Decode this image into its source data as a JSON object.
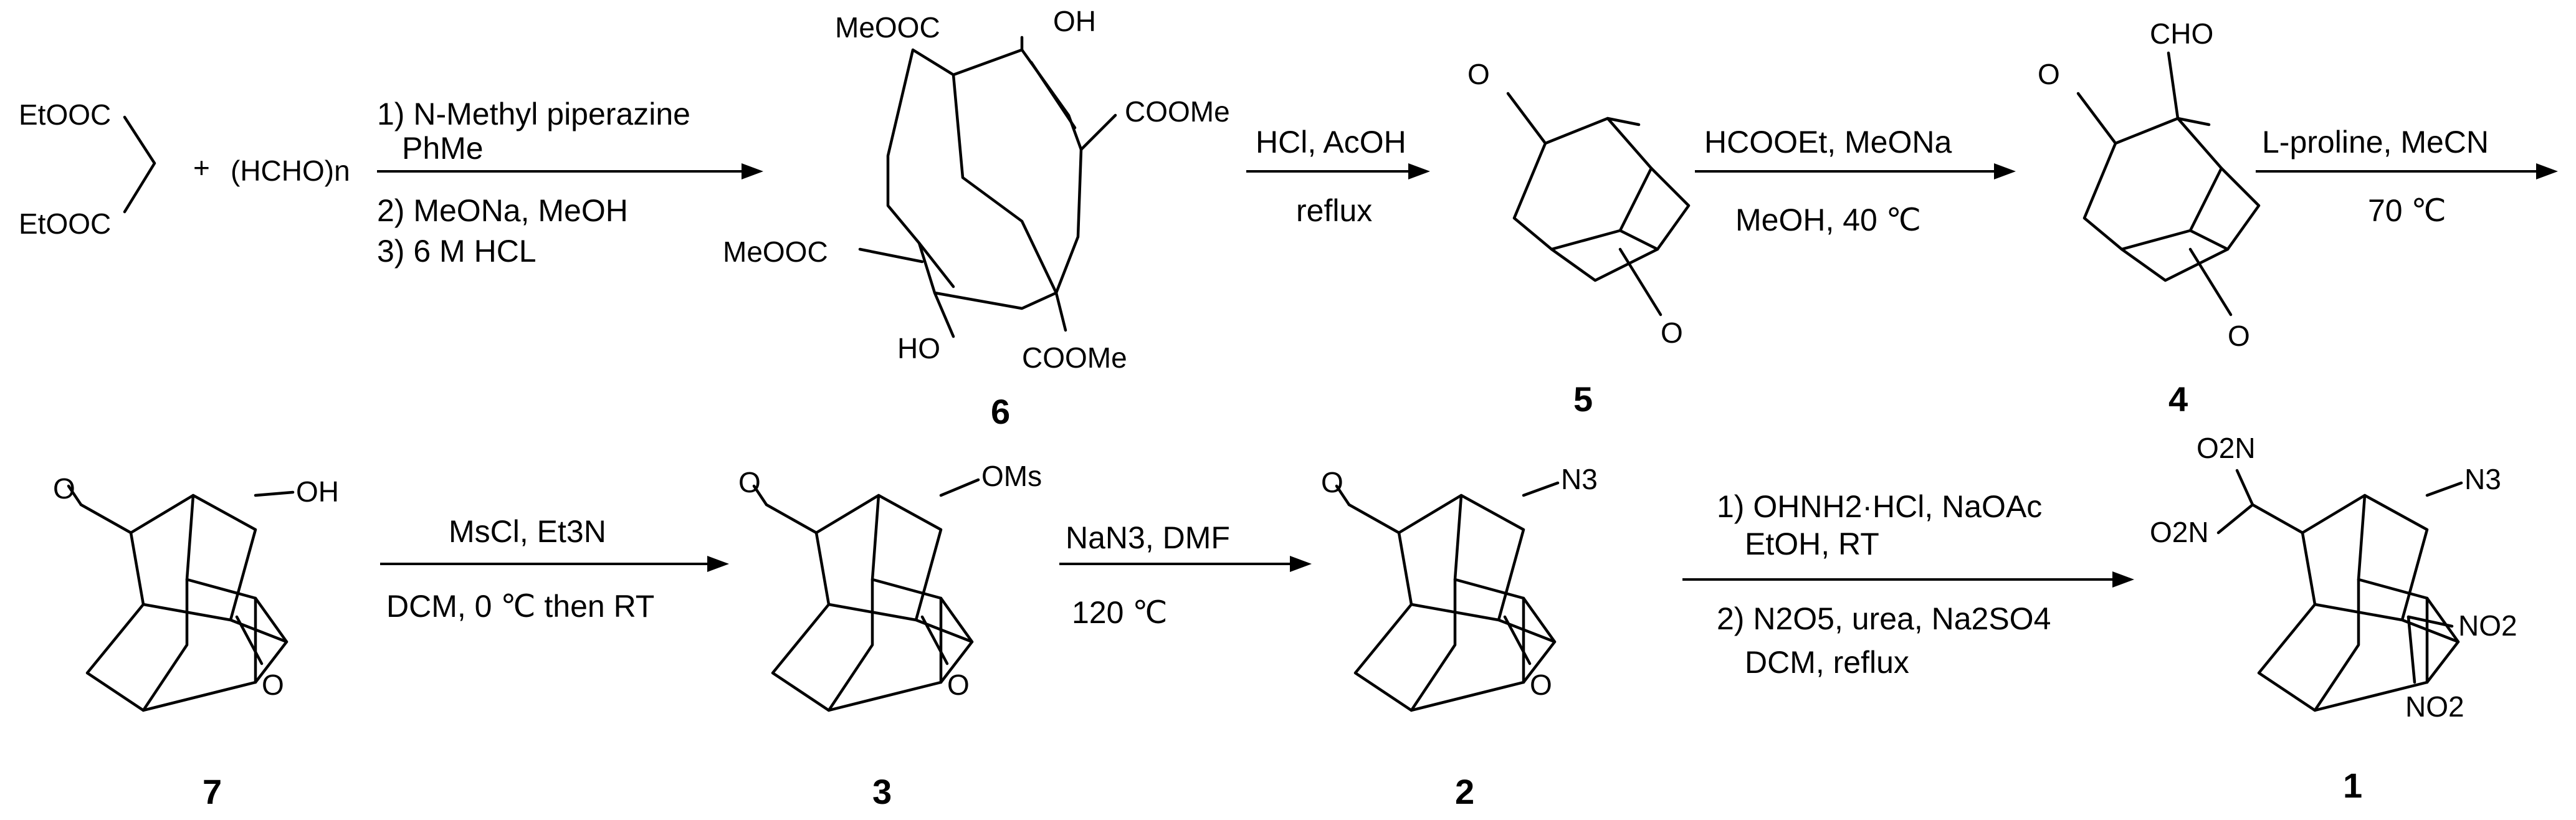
{
  "reagents": {
    "diester_top": "EtOOC",
    "diester_bottom": "EtOOC",
    "plus": "+",
    "paraformaldehyde": "(HCHO)n"
  },
  "compounds": {
    "c6": {
      "number": "6",
      "lbl_tl": "MeOOC",
      "lbl_oh_top": "OH",
      "lbl_tr": "COOMe",
      "lbl_l": "MeOOC",
      "lbl_oh_bot": "HO",
      "lbl_br": "COOMe"
    },
    "c5": {
      "number": "5",
      "o_top": "O",
      "o_bot": "O"
    },
    "c4": {
      "number": "4",
      "cho": "CHO",
      "o_top": "O",
      "o_bot": "O"
    },
    "c7": {
      "number": "7",
      "o_top": "O",
      "oh": "OH",
      "o_bot": "O"
    },
    "c3": {
      "number": "3",
      "o_top": "O",
      "oms": "OMs",
      "o_bot": "O"
    },
    "c2": {
      "number": "2",
      "o_top": "O",
      "n3": "N3",
      "o_bot": "O"
    },
    "c1": {
      "number": "1",
      "no2_a": "O2N",
      "no2_b": "O2N",
      "n3": "N3",
      "no2_c": "NO2",
      "no2_d": "NO2"
    }
  },
  "steps": {
    "s1": {
      "line1": "1) N-Methyl piperazine",
      "line2": "PhMe",
      "line3": "2) MeONa, MeOH",
      "line4": "3) 6 M HCL"
    },
    "s2": {
      "above": "HCl, AcOH",
      "below": "reflux"
    },
    "s3": {
      "above": "HCOOEt, MeONa",
      "below": "MeOH, 40 ℃"
    },
    "s4": {
      "above": "L-proline, MeCN",
      "below": "70 ℃"
    },
    "s5": {
      "above": "MsCl, Et3N",
      "below": "DCM, 0 ℃ then RT"
    },
    "s6": {
      "above": "NaN3, DMF",
      "below": "120 ℃"
    },
    "s7": {
      "line1": "1) OHNH2·HCl, NaOAc",
      "line2": "EtOH, RT",
      "line3": "2) N2O5, urea, Na2SO4",
      "line4": "DCM, reflux"
    }
  }
}
